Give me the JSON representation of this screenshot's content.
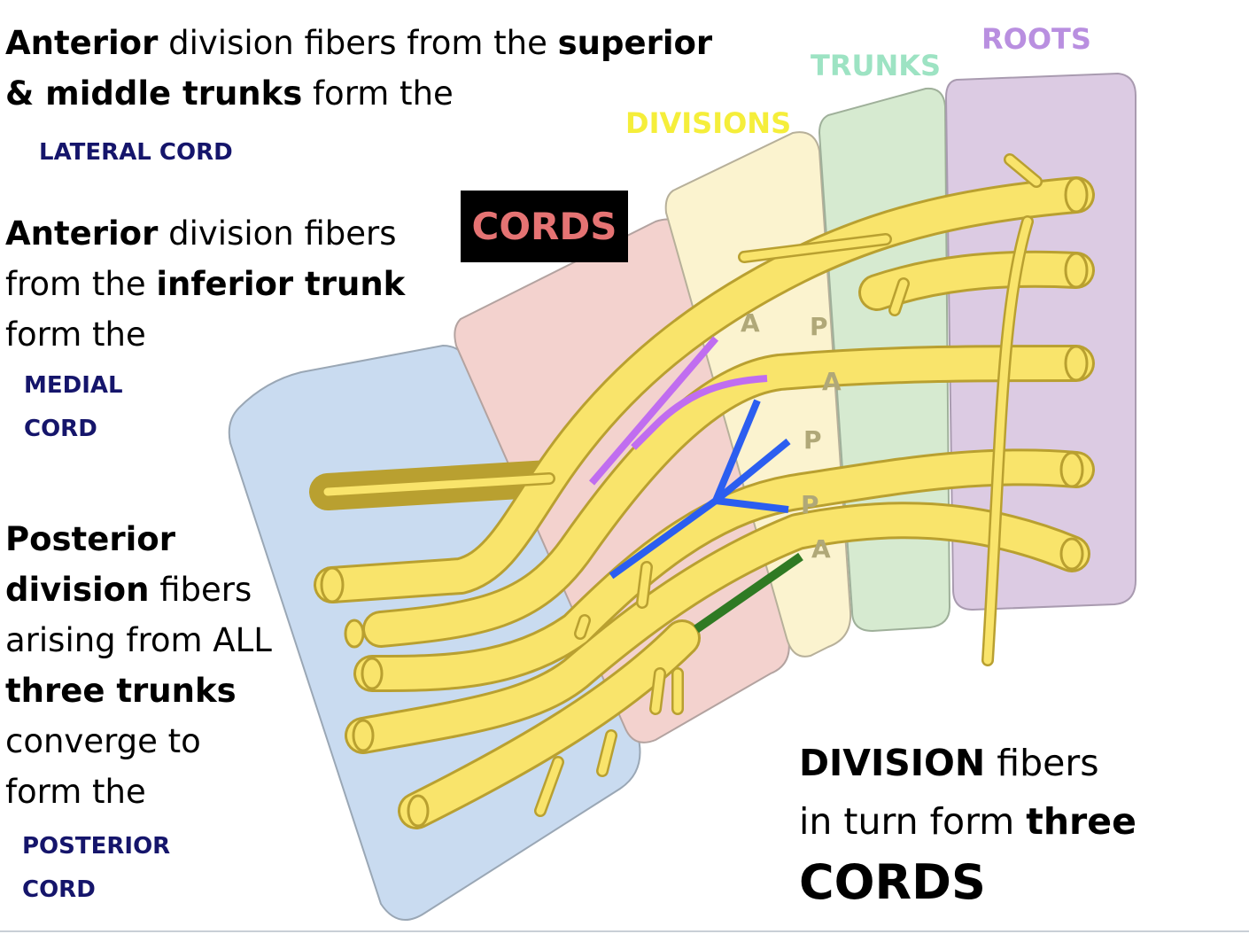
{
  "text_blocks": {
    "lateral": {
      "l1": [
        "Anterior",
        " division fibers from the ",
        "superior"
      ],
      "l2": [
        "& middle trunks",
        " form the"
      ]
    },
    "medial": {
      "l1": [
        "Anterior",
        " division fibers"
      ],
      "l2": [
        "from the ",
        "inferior trunk"
      ],
      "l3": "form the"
    },
    "posterior": {
      "l1": "Posterior",
      "l2": [
        "division",
        " fibers"
      ],
      "l3": "arising from ALL",
      "l4": "three trunks",
      "l5": "converge to",
      "l6": "form the"
    },
    "division": {
      "l1": [
        "DIVISION",
        " fibers"
      ],
      "l2": [
        "in turn form ",
        "three"
      ],
      "l3": "CORDS"
    }
  },
  "cord_labels": {
    "lateral": "LATERAL CORD",
    "medial_1": "MEDIAL",
    "medial_2": "CORD",
    "posterior_1": "POSTERIOR",
    "posterior_2": "CORD"
  },
  "region_labels": {
    "roots": "ROOTS",
    "trunks": "TRUNKS",
    "divisions": "DIVISIONS",
    "cords": "CORDS"
  },
  "division_markers": {
    "a1": "A",
    "p1": "P",
    "a2": "A",
    "p2": "P",
    "p3": "P",
    "a3": "A"
  },
  "colors": {
    "roots": "#b98fe0",
    "trunks": "#9de3c3",
    "divisions": "#f5ee3a",
    "cords_text": "#e57373",
    "nerve": "#f9e46b",
    "lateral_marker": "#c06df0",
    "posterior_marker": "#2b5ef0",
    "medial_marker": "#2f7a23"
  }
}
